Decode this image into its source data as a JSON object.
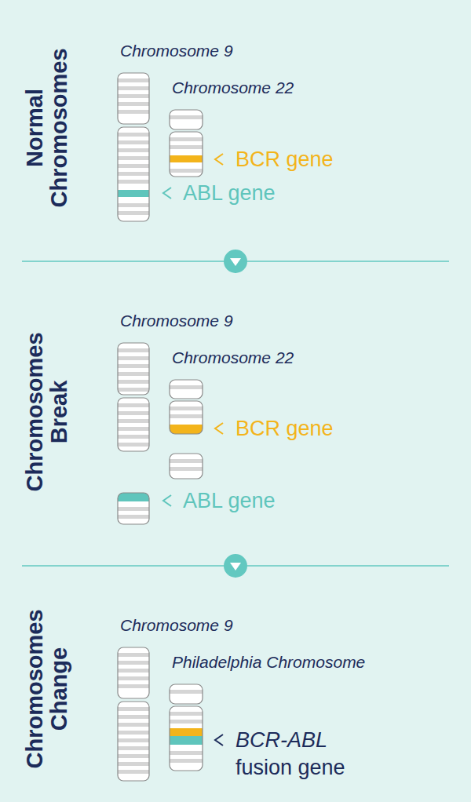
{
  "diagram": {
    "nodes": [
      {
        "text": [
          "Normal Chromosomes"
        ]
      },
      {
        "text": [
          "Chromosome 9"
        ],
        "in": 0
      },
      {
        "text": [
          "Chromosome 22"
        ],
        "in": 0
      },
      {
        "text": [
          "Chromosomes Break"
        ]
      },
      {
        "text": [
          "Chromosome 9"
        ],
        "in": 3
      },
      {
        "text": [
          "Chromosome 22"
        ],
        "in": 3
      },
      {
        "text": [
          "Chromosomes Change"
        ]
      },
      {
        "text": [
          "Chromosome 9"
        ],
        "in": 6
      },
      {
        "text": [
          "Philadelphia Chromosome"
        ],
        "in": 6
      }
    ],
    "edges": [
      {
        "from": 0,
        "to": 3,
        "arrow": "to"
      },
      {
        "from": 3,
        "to": 6,
        "arrow": "to"
      }
    ],
    "labels": [
      "BCR gene",
      "ABL gene",
      "BCR gene",
      "ABL gene",
      "BCR-ABL",
      "fusion gene"
    ]
  }
}
